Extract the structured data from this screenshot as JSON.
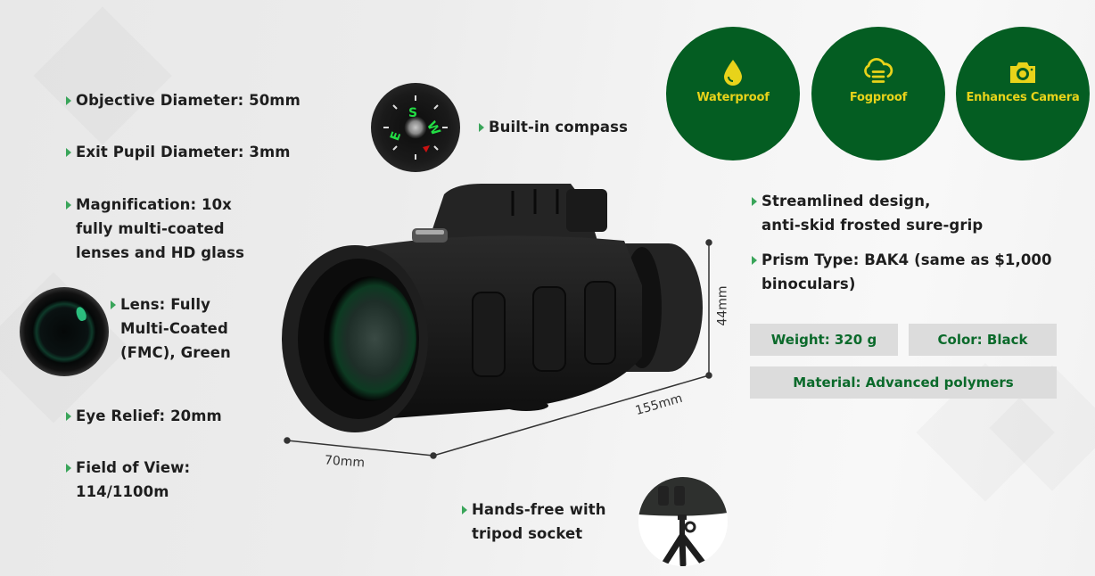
{
  "features": [
    {
      "name": "waterproof",
      "label": "Waterproof",
      "icon": "water-drop-icon"
    },
    {
      "name": "fogproof",
      "label": "Fogproof",
      "icon": "cloud-fog-icon"
    },
    {
      "name": "enhances-camera",
      "label": "Enhances Camera",
      "icon": "camera-icon"
    }
  ],
  "left_specs": {
    "objective": [
      "Objective Diameter: 50mm"
    ],
    "exit_pupil": [
      "Exit Pupil Diameter: 3mm"
    ],
    "magnification": [
      "Magnification: 10x",
      "fully multi-coated",
      "lenses and HD glass"
    ],
    "lens": [
      "Lens: Fully",
      "Multi-Coated",
      "(FMC), Green"
    ],
    "eye_relief": [
      "Eye Relief: 20mm"
    ],
    "field_of_view": [
      "Field of View:",
      "114/1100m"
    ]
  },
  "center_specs": {
    "compass": [
      "Built-in compass"
    ],
    "tripod": [
      "Hands-free with",
      "tripod socket"
    ]
  },
  "right_specs": {
    "design": [
      "Streamlined design,",
      "anti-skid frosted sure-grip"
    ],
    "prism": [
      "Prism Type: BAK4 (same as $1,000",
      "binoculars)"
    ]
  },
  "chips": {
    "weight": "Weight: 320 g",
    "color": "Color: Black",
    "material": "Material: Advanced polymers"
  },
  "dimensions": {
    "height": "44mm",
    "length": "155mm",
    "width": "70mm"
  },
  "colors": {
    "badge_bg": "#045d22",
    "badge_text": "#e8d31a",
    "chip_text": "#0b6a2b",
    "chip_bg": "#dcdcdc",
    "bullet": "#3aa55a"
  }
}
